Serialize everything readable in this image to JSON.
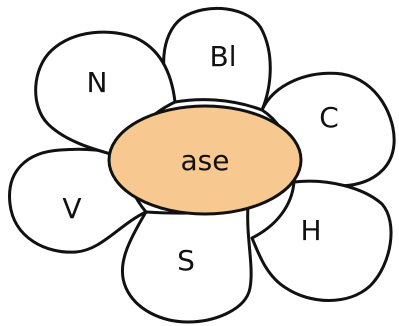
{
  "diagram": {
    "type": "word-flower",
    "center": {
      "label": "ase",
      "fill_color": "#f7c890"
    },
    "petals": [
      {
        "id": "bl",
        "label": "Bl"
      },
      {
        "id": "c",
        "label": "C"
      },
      {
        "id": "h",
        "label": "H"
      },
      {
        "id": "s",
        "label": "S"
      },
      {
        "id": "v",
        "label": "V"
      },
      {
        "id": "n",
        "label": "N"
      }
    ]
  }
}
